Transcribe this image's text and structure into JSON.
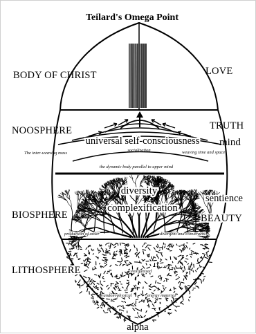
{
  "title": "Teilard's Omega Point",
  "labels": {
    "body_of_christ": "BODY OF CHRIST",
    "love": "LOVE",
    "noosphere": "NOOSPHERE",
    "truth": "TRUTH",
    "mind": "mind",
    "universal": "universal self-consciousness",
    "biosphere": "BIOSPHERE",
    "sentience": "sentience",
    "beauty": "BEAUTY",
    "diversity": "diversity",
    "complexification": "complexification",
    "lithosphere": "LITHOSPHERE",
    "alpha": "alpha"
  },
  "minor_labels": {
    "inter_woven": "The inter-weaving mass",
    "socialization": "socialization",
    "weaving_time": "weaving time and space",
    "dynamic_body": "the dynamic body parallel to upper mind",
    "production": "production of order",
    "divergent": "divergent and convergent",
    "unorganized": "unorganized",
    "random_chaos": "random physical",
    "energy_matter": "energy material"
  }
}
